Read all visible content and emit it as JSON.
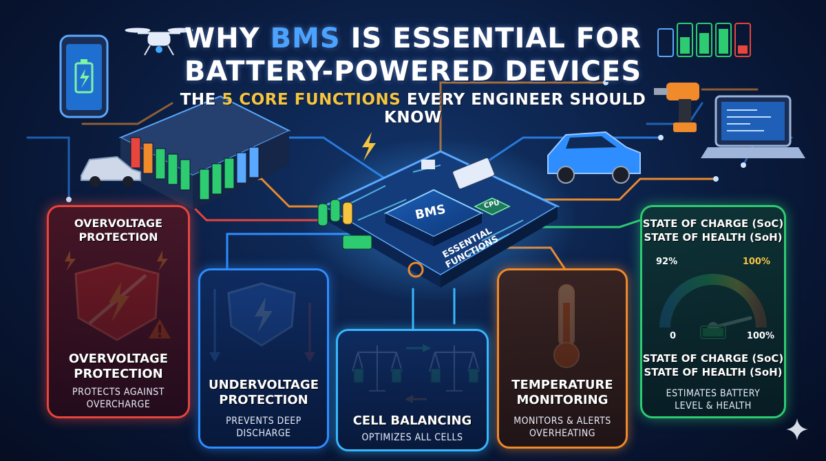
{
  "title": {
    "line1_pre": "WHY ",
    "line1_hl": "BMS",
    "line1_post": " IS ESSENTIAL FOR",
    "line2": "BATTERY-POWERED DEVICES"
  },
  "subtitle": {
    "pre": "THE ",
    "hl": "5 CORE FUNCTIONS",
    "post": " EVERY ENGINEER SHOULD KNOW"
  },
  "chip": {
    "label": "BMS",
    "cpu": "CPU",
    "caption_line1": "ESSENTIAL",
    "caption_line2": "FUNCTIONS"
  },
  "panels": {
    "overvoltage": {
      "top_line1": "OVERVOLTAGE",
      "top_line2": "PROTECTION",
      "bottom_line1": "OVERVOLTAGE",
      "bottom_line2": "PROTECTION",
      "desc_line1": "PROTECTS AGAINST",
      "desc_line2": "OVERCHARGE",
      "color": "#e8453c"
    },
    "undervoltage": {
      "line1": "UNDERVOLTAGE",
      "line2": "PROTECTION",
      "desc_line1": "PREVENTS DEEP",
      "desc_line2": "DISCHARGE",
      "color": "#2e8dff"
    },
    "balancing": {
      "title": "CELL BALANCING",
      "desc": "OPTIMIZES ALL CELLS",
      "color": "#37b8ff"
    },
    "temperature": {
      "line1": "TEMPERATURE",
      "line2": "MONITORING",
      "desc_line1": "MONITORS & ALERTS",
      "desc_line2": "OVERHEATING",
      "color": "#f08a2b"
    },
    "soc": {
      "top_line1": "STATE OF CHARGE (SoC)",
      "top_line2": "STATE OF HEALTH (SoH)",
      "gauge_left": "92%",
      "gauge_right": "100%",
      "gauge_min": "0",
      "gauge_max": "100%",
      "gauge_level": 0.92,
      "bottom_line1": "STATE OF CHARGE (SoC)",
      "bottom_line2": "STATE OF HEALTH (SoH)",
      "desc_line1": "ESTIMATES BATTERY",
      "desc_line2": "LEVEL & HEALTH",
      "color": "#2ecc71"
    }
  },
  "icons": [
    "smartphone-icon",
    "drone-icon",
    "battery-pack-icon",
    "car-icon",
    "electric-car-icon",
    "power-drill-icon",
    "laptop-icon",
    "battery-levels-icon",
    "shield-icon",
    "thermometer-icon",
    "balance-scale-icon",
    "gauge-icon",
    "lightning-icon",
    "warning-icon",
    "sparkle-icon"
  ]
}
